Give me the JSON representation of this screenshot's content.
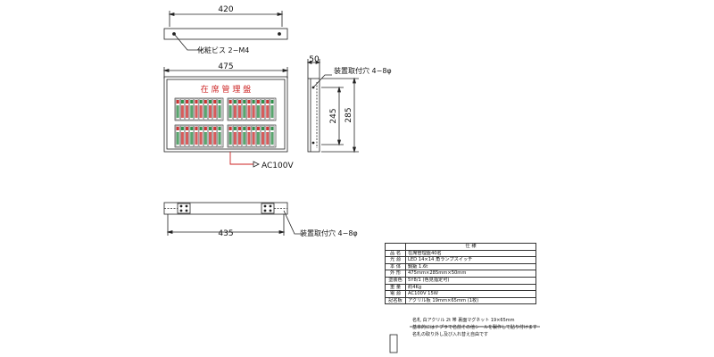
{
  "top_view": {
    "width_dim": "420",
    "screw_note": "化粧ビス 2−M4"
  },
  "front_view": {
    "width_dim": "475",
    "panel_title": "在 席 管 理 盤",
    "power_label": "AC100V"
  },
  "side_view": {
    "depth_dim": "50",
    "inner_height_dim": "245",
    "outer_height_dim": "285",
    "mount_note": "装置取付穴 4−8φ"
  },
  "bottom_view": {
    "pitch_dim": "435",
    "mount_note": "装置取付穴 4−8φ"
  },
  "spec_table": {
    "header": "仕 様",
    "rows": [
      {
        "key": "品 名",
        "value": "在席管理盤40名"
      },
      {
        "key": "光 源",
        "value": "LED 14×14 角ランプスイッチ"
      },
      {
        "key": "本 体",
        "value": "鋼鈑 1.6t"
      },
      {
        "key": "外 形",
        "value": "475mm×285mm×50mm"
      },
      {
        "key": "塗装色",
        "value": "5Y8/1 (色見指定可)"
      },
      {
        "key": "重 量",
        "value": "約4Kg"
      },
      {
        "key": "電 源",
        "value": "AC100V 15W"
      },
      {
        "key": "記名板",
        "value": "アクリル板 19mm×65mm (1枚)"
      }
    ]
  },
  "notes": {
    "line1": "名札 白アクリル 2t 帯 裏面マグネット 19×65mm",
    "line2": "基本的にはテプラで名前その他シールを製作して貼り付けます",
    "line3": "名札の取り外し及び入れ替え自由です"
  },
  "colors": {
    "line": "#222222",
    "panel_title": "#cc2222",
    "led_red": "#cc3333",
    "led_green": "#2f8f4a",
    "power_wire": "#cc2222"
  }
}
